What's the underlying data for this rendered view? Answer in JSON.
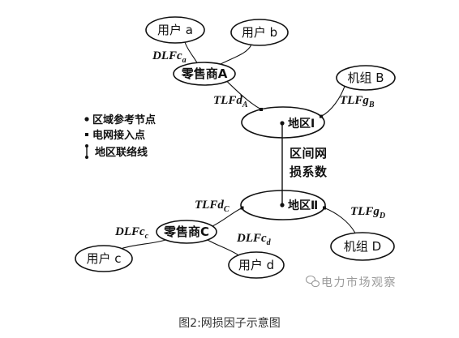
{
  "colors": {
    "ink": "#111111",
    "muted": "#9a9a9a",
    "caption": "#333333"
  },
  "diagram": {
    "nodes": {
      "user_a": "用户 a",
      "user_b": "用户 b",
      "retailer_a": "零售商A",
      "generator_b": "机组 B",
      "region_1": "地区Ⅰ",
      "region_2": "地区Ⅱ",
      "retailer_c": "零售商C",
      "user_c": "用户 c",
      "user_d": "用户 d",
      "generator_d": "机组 D"
    },
    "factors": {
      "dlfc_a": {
        "base": "DLFc",
        "sub": "a"
      },
      "tlfd_a": {
        "base": "TLFd",
        "sub": "A"
      },
      "tlfg_b": {
        "base": "TLFg",
        "sub": "B"
      },
      "tlfd_c": {
        "base": "TLFd",
        "sub": "C"
      },
      "tlfg_d": {
        "base": "TLFg",
        "sub": "D"
      },
      "dlfc_c": {
        "base": "DLFc",
        "sub": "c"
      },
      "dlfc_d": {
        "base": "DLFc",
        "sub": "d"
      }
    },
    "inter_region_loss": [
      "区间网",
      "损系数"
    ]
  },
  "legend": [
    {
      "icon": "reference-node-icon",
      "label": "区域参考节点"
    },
    {
      "icon": "access-point-icon",
      "label": "电网接入点"
    },
    {
      "icon": "tie-line-icon",
      "label": "地区联络线"
    }
  ],
  "watermark": {
    "icon": "wechat-icon",
    "text": "电力市场观察"
  },
  "caption": "图2:网损因子示意图"
}
